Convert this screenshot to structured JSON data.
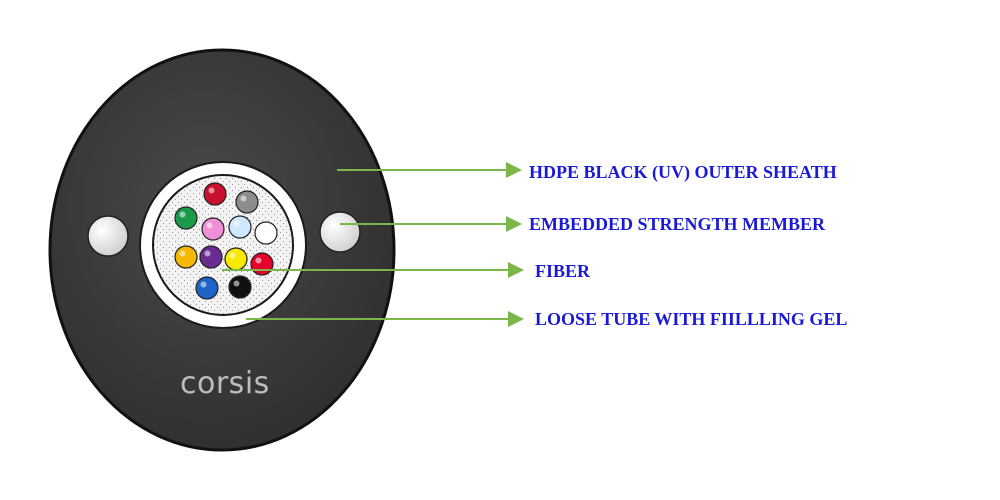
{
  "brand": "corsis",
  "labels": {
    "outer_sheath": "HDPE BLACK (UV)  OUTER SHEATH",
    "strength_member": "EMBEDDED STRENGTH MEMBER",
    "fiber": "FIBER",
    "loose_tube": "LOOSE TUBE WITH FIILLLING GEL"
  },
  "colors": {
    "label_text": "#1a1ad6",
    "leader_line": "#7ab648",
    "sheath": "#3a3a3a",
    "sheath_edge": "#111111",
    "tube": "#ffffff",
    "gel": "#f2f2f2",
    "brand_text": "#bdbdbd"
  },
  "fibers": [
    {
      "name": "red",
      "color": "#c8102e"
    },
    {
      "name": "grey",
      "color": "#8c8c8c"
    },
    {
      "name": "green",
      "color": "#1a9a4a"
    },
    {
      "name": "pink",
      "color": "#f08fd8"
    },
    {
      "name": "light-blue",
      "color": "#cfe8ff"
    },
    {
      "name": "white",
      "color": "#ffffff"
    },
    {
      "name": "orange",
      "color": "#f5b800"
    },
    {
      "name": "violet",
      "color": "#6a2c91"
    },
    {
      "name": "yellow",
      "color": "#f7ea00"
    },
    {
      "name": "red-2",
      "color": "#e4002b"
    },
    {
      "name": "blue",
      "color": "#1e63c8"
    },
    {
      "name": "black",
      "color": "#111111"
    }
  ]
}
